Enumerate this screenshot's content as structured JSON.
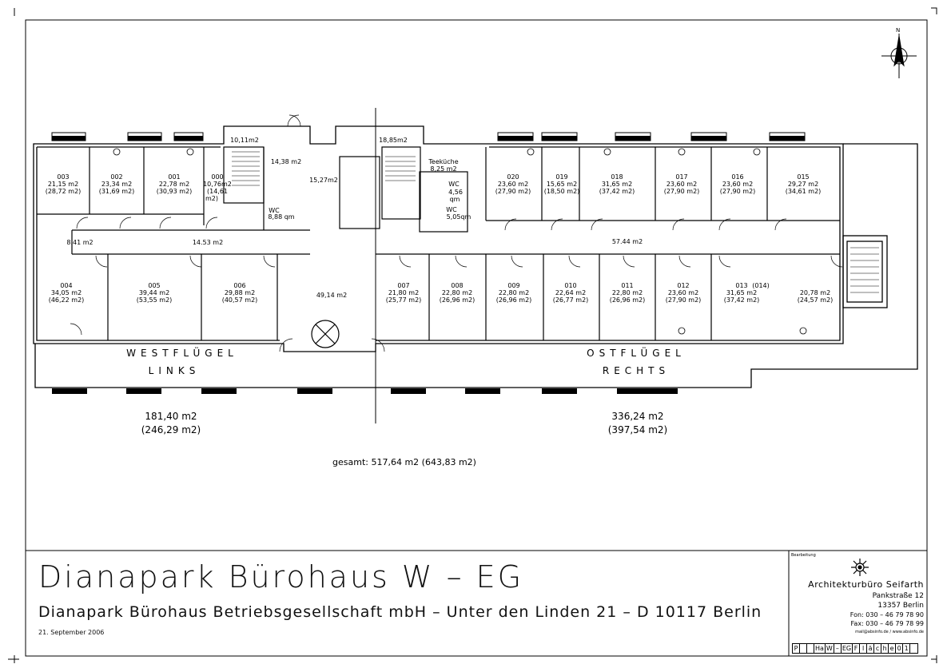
{
  "rooms": [
    {
      "number": "003",
      "area": "21,15 m2",
      "gross": "(28,72 m2)"
    },
    {
      "number": "002",
      "area": "23,34 m2",
      "gross": "(31,69 m2)"
    },
    {
      "number": "001",
      "area": "22,78 m2",
      "gross": "(30,93 m2)"
    },
    {
      "number": "000",
      "area": "10,76m2",
      "gross": "(14,61",
      "gross2": "m2)"
    },
    {
      "number": "020",
      "area": "23,60 m2",
      "gross": "(27,90 m2)"
    },
    {
      "number": "019",
      "area": "15,65 m2",
      "gross": "(18,50 m2)"
    },
    {
      "number": "018",
      "area": "31,65 m2",
      "gross": "(37,42 m2)"
    },
    {
      "number": "017",
      "area": "23,60 m2",
      "gross": "(27,90 m2)"
    },
    {
      "number": "016",
      "area": "23,60 m2",
      "gross": "(27,90 m2)"
    },
    {
      "number": "015",
      "area": "29,27 m2",
      "gross": "(34,61 m2)"
    },
    {
      "number": "004",
      "area": "34,05 m2",
      "gross": "(46,22 m2)"
    },
    {
      "number": "005",
      "area": "39,44 m2",
      "gross": "(53,55 m2)"
    },
    {
      "number": "006",
      "area": "29,88 m2",
      "gross": "(40,57 m2)"
    },
    {
      "number": "007",
      "area": "21,80 m2",
      "gross": "(25,77 m2)"
    },
    {
      "number": "008",
      "area": "22,80 m2",
      "gross": "(26,96 m2)"
    },
    {
      "number": "009",
      "area": "22,80 m2",
      "gross": "(26,96 m2)"
    },
    {
      "number": "010",
      "area": "22,64 m2",
      "gross": "(26,77 m2)"
    },
    {
      "number": "011",
      "area": "22,80 m2",
      "gross": "(26,96 m2)"
    },
    {
      "number": "012",
      "area": "23,60 m2",
      "gross": "(27,90 m2)"
    },
    {
      "number": "013",
      "area": "31,65 m2",
      "gross": "(37,42 m2)"
    },
    {
      "number": "",
      "area": "20,78 m2",
      "gross": "(24,57 m2)"
    }
  ],
  "labels": {
    "room_014": "(014)",
    "stair_left_area": "10,11m2",
    "room_1438": "14,38 m2",
    "room_1885": "18,85m2",
    "room_1527": "15,27m2",
    "teekueche": "Teeküche",
    "teekueche_area": "8,25 m2",
    "wc": "WC",
    "wc_left_area": "8,88 qm",
    "wc_mid_area": "4,56",
    "wc_mid_unit": "qm",
    "wc_right_area": "5,05qm",
    "corridor_841": "8.41 m2",
    "corridor_1453": "14.53 m2",
    "corridor_5744": "57.44 m2",
    "lobby": "49,14 m2",
    "north": "N"
  },
  "wings": {
    "west_name": "WESTFLÜGEL",
    "west_side": "LINKS",
    "east_name": "OSTFLÜGEL",
    "east_side": "RECHTS"
  },
  "totals": {
    "west_net": "181,40 m2",
    "west_gross": "(246,29 m2)",
    "east_net": "336,24 m2",
    "east_gross": "(397,54 m2)",
    "overall": "gesamt: 517,64 m2   (643,83 m2)"
  },
  "title_block": {
    "title": "Dianapark Bürohaus W – EG",
    "subtitle": "Dianapark Bürohaus Betriebsgesellschaft mbH  –  Unter den Linden 21 – D 10117 Berlin",
    "date": "21. September 2006",
    "bearbeitung": "Bearbeitung",
    "office_name": "Architekturbüro Seifarth",
    "street": "Pankstraße 12",
    "city": "13357 Berlin",
    "phone": "Fon: 030 – 46 79 78 90",
    "fax": "Fax: 030 – 46 79 78 99",
    "web": "mail@absinfo.de  /  www.absinfo.de",
    "code_cells": [
      "P",
      "",
      "",
      "Ha",
      "W",
      "–",
      "EG",
      "F",
      "l",
      "ä",
      "c",
      "h",
      "e",
      "0",
      "1",
      ""
    ]
  }
}
